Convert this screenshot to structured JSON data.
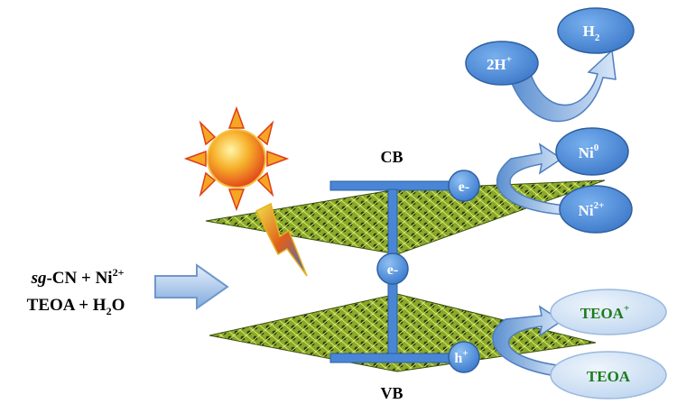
{
  "reactants": {
    "line1": {
      "prefix": "sg",
      "middle": "-CN + Ni",
      "sup": "2+"
    },
    "line2": {
      "prefix": "TEOA + H",
      "sub": "2",
      "suffix": "O"
    }
  },
  "bands": {
    "cb": "CB",
    "vb": "VB"
  },
  "carriers": {
    "electron_cb": "e-",
    "electron_mid": "e-",
    "hole": {
      "base": "h",
      "sup": "+"
    }
  },
  "species": {
    "h_plus": {
      "base": "2H",
      "sup": "+"
    },
    "h2": {
      "base": "H",
      "sub": "2"
    },
    "ni0": {
      "base": "Ni",
      "sup": "0"
    },
    "ni2": {
      "base": "Ni",
      "sup": "2+"
    },
    "teoa_plus": {
      "base": "TEOA",
      "sup": "+"
    },
    "teoa": "TEOA"
  },
  "colors": {
    "blue": "#4a86d6",
    "blue_dark": "#2f5f9e",
    "blue_light": "#8fb6e6",
    "green_text": "#1d7a1d",
    "oval_light": "#cfe0f4",
    "sheet_green": "#6b8e1a",
    "sheet_dark": "#2c3a0c",
    "sun_red": "#e03b1a",
    "sun_orange": "#f5a623"
  }
}
